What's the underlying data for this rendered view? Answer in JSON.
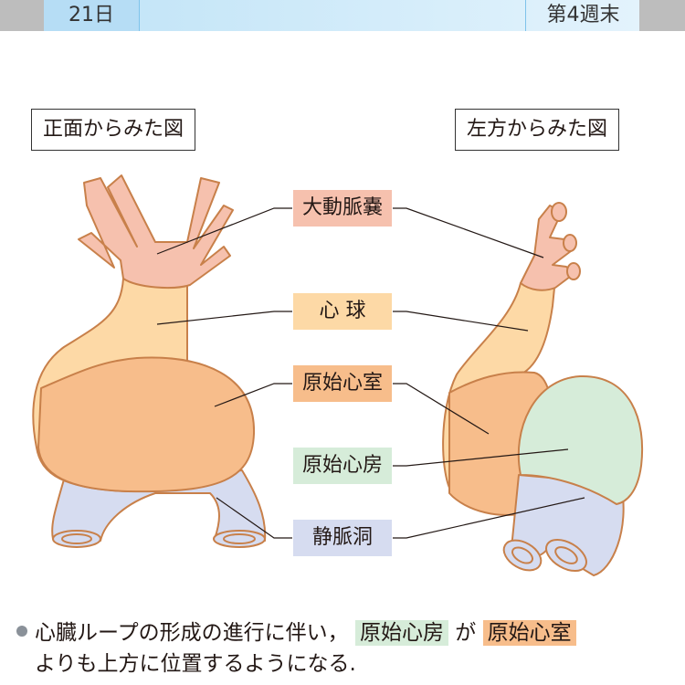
{
  "header": {
    "day": "21日",
    "week": "第4週末"
  },
  "views": {
    "front": "正面からみた図",
    "left": "左方からみた図"
  },
  "labels": [
    {
      "text": "大動脈嚢",
      "color": "#f6c1ae"
    },
    {
      "text": "心 球",
      "color": "#fdd9a6"
    },
    {
      "text": "原始心室",
      "color": "#f7bd8b"
    },
    {
      "text": "原始心房",
      "color": "#d6ecd9"
    },
    {
      "text": "静脈洞",
      "color": "#d6dcf0"
    }
  ],
  "note": {
    "part1": "心臓ループの形成の進行に伴い，",
    "atrium": "原始心房",
    "part2": "が",
    "ventricle": "原始心室",
    "line2": "よりも上方に位置するようになる."
  }
}
